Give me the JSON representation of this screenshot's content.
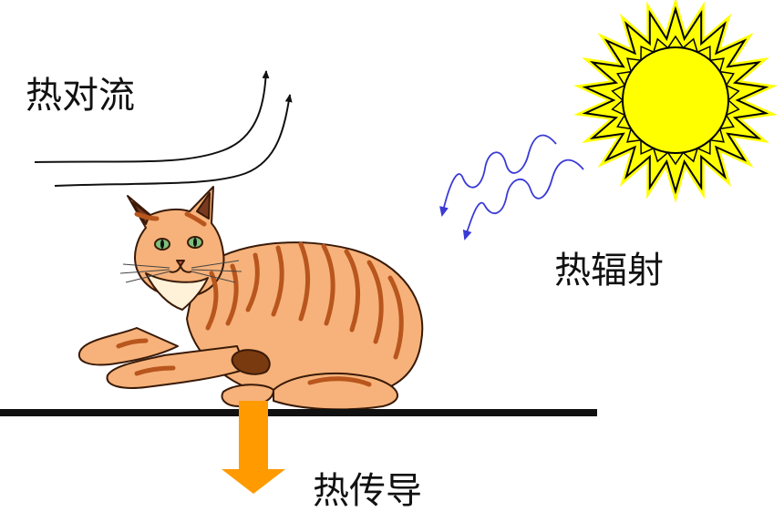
{
  "labels": {
    "convection": "热对流",
    "radiation": "热辐射",
    "conduction": "热传导"
  },
  "colors": {
    "background": "#ffffff",
    "text": "#111111",
    "ground_line": "#111111",
    "convection_arrows": "#111111",
    "radiation_waves": "#3a3ad6",
    "sun_fill": "#ffff00",
    "sun_outline": "#000000",
    "conduction_arrow": "#ff9a00",
    "cat_body": "#f6b27a",
    "cat_stripes": "#b8561d",
    "cat_chest": "#fff2d8",
    "cat_eyes": "#7cc07c"
  },
  "icons": {
    "sun": "sun-icon",
    "cat": "cat-illustration",
    "convection": "curved-arrows-icon",
    "radiation": "wavy-arrows-icon",
    "conduction": "down-arrow-icon"
  }
}
